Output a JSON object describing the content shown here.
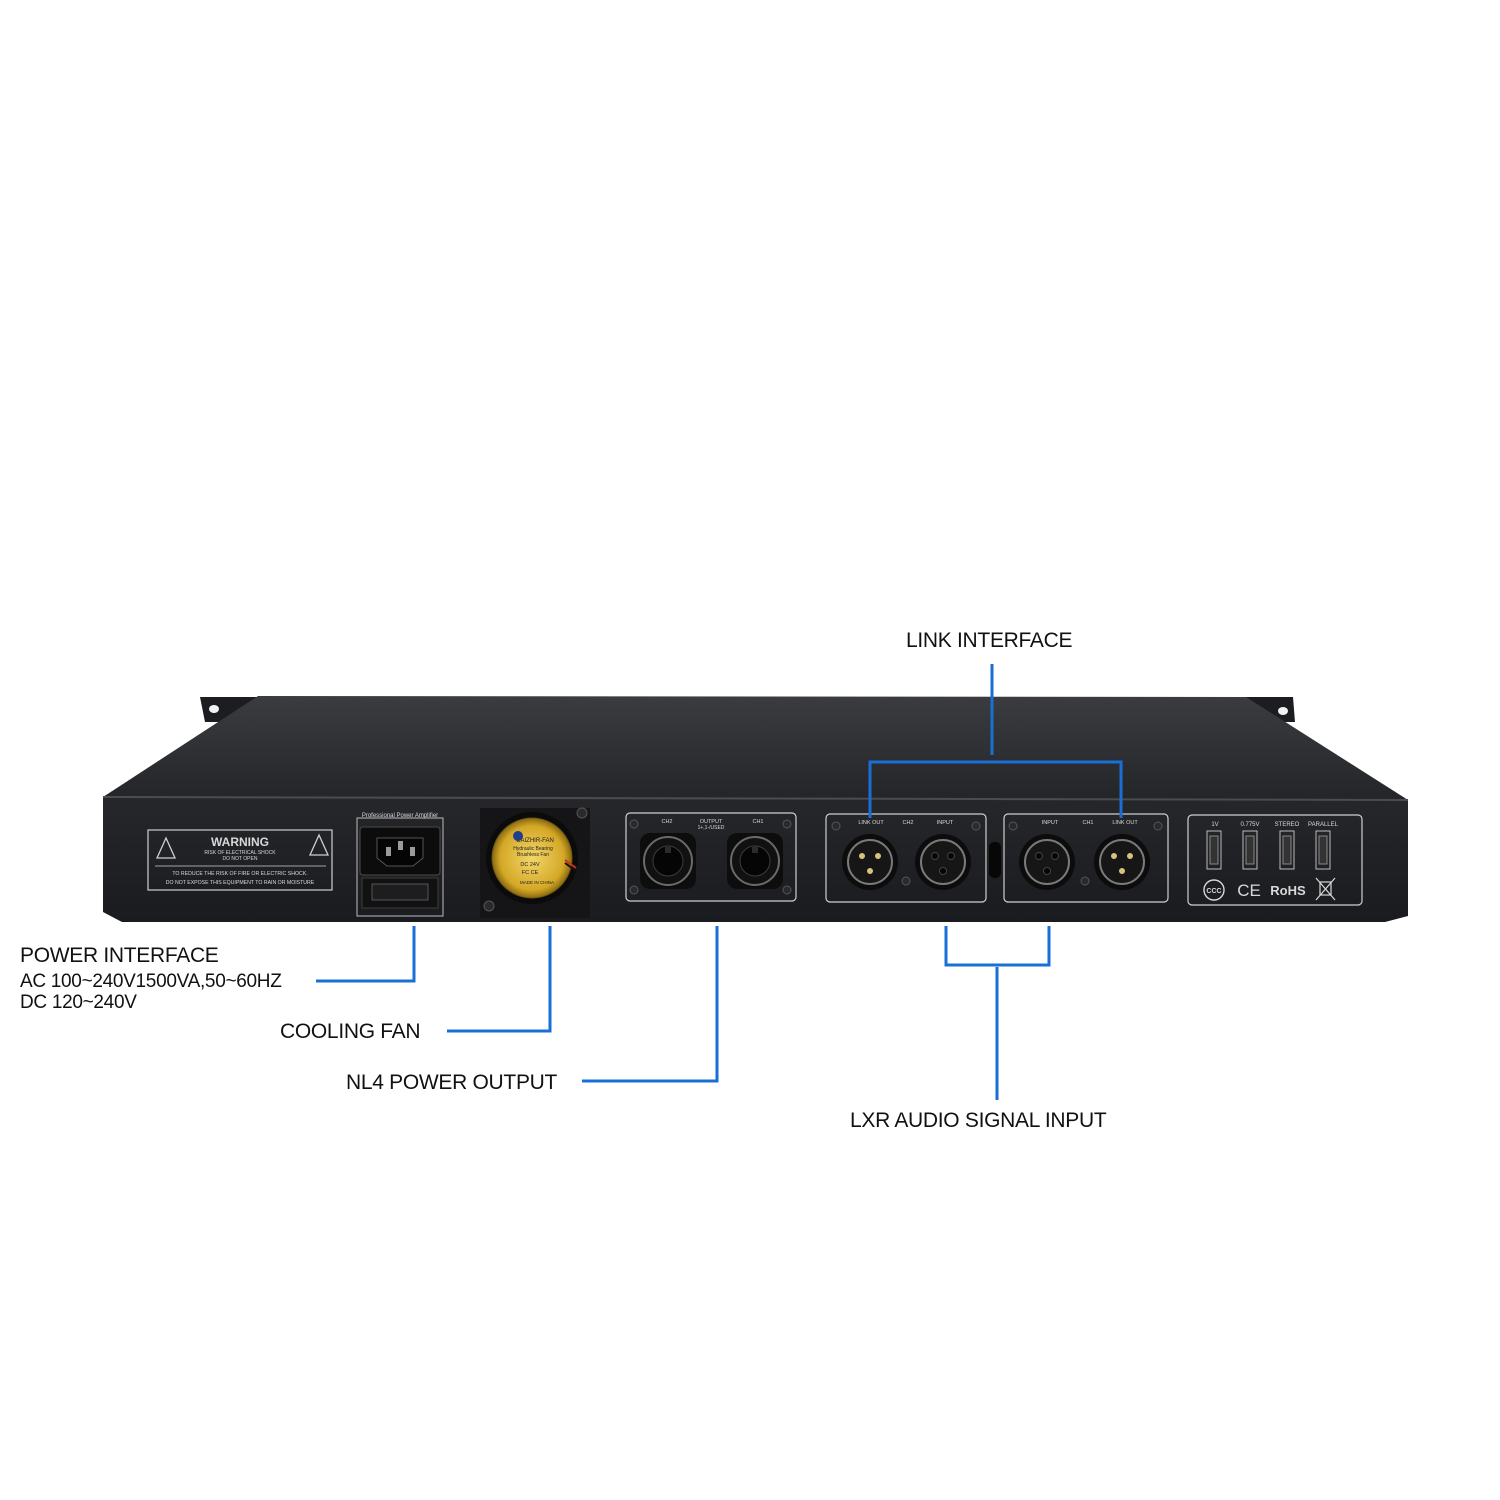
{
  "callouts": {
    "link_interface": "LINK INTERFACE",
    "power_interface": {
      "title": "POWER INTERFACE",
      "line_ac": "AC 100~240V1500VA,50~60HZ",
      "line_dc": "DC 120~240V"
    },
    "cooling_fan": "COOLING FAN",
    "nl4_power_output": "NL4 POWER OUTPUT",
    "lxr_audio_signal_input": "LXR AUDIO SIGNAL INPUT"
  },
  "panel": {
    "warning": {
      "title": "WARNING",
      "line1": "RISK OF ELECTRICAL SHOCK",
      "line2": "DO NOT OPEN",
      "line3": "TO REDUCE THE RISK OF FIRE OR ELECTRIC SHOCK.",
      "line4": "DO NOT EXPOSE THIS EQUIPMENT TO RAIN OR MOISTURE"
    },
    "power_module_label": "Professional Power Amplifier",
    "fan_label": {
      "brand": "CAIZHIR-FAN",
      "line1": "Hydraulic Bearing",
      "line2": "Brushless Fan",
      "line3": "DC 24V",
      "line4": "FC CE",
      "line5": "MADE IN CHINA"
    },
    "output_section": {
      "ch2": "CH2",
      "output_line1": "OUTPUT",
      "output_line2": "1+,1-/USED",
      "ch1": "CH1"
    },
    "input_left": {
      "link_out": "LINK OUT",
      "ch2": "CH2",
      "input": "INPUT"
    },
    "input_right": {
      "input": "INPUT",
      "ch1": "CH1",
      "link_out": "LINK OUT"
    },
    "switch_panel": {
      "sw1": "1V",
      "sw2": "0.775V",
      "sw3": "STEREO",
      "sw4": "PARALLEL",
      "cert1": "CCC",
      "cert2": "CE",
      "cert3": "RoHS"
    }
  },
  "colors": {
    "callout_line": "#1a6fd6",
    "chassis": "#1e1f22",
    "panel_line": "#c9c9c9"
  }
}
